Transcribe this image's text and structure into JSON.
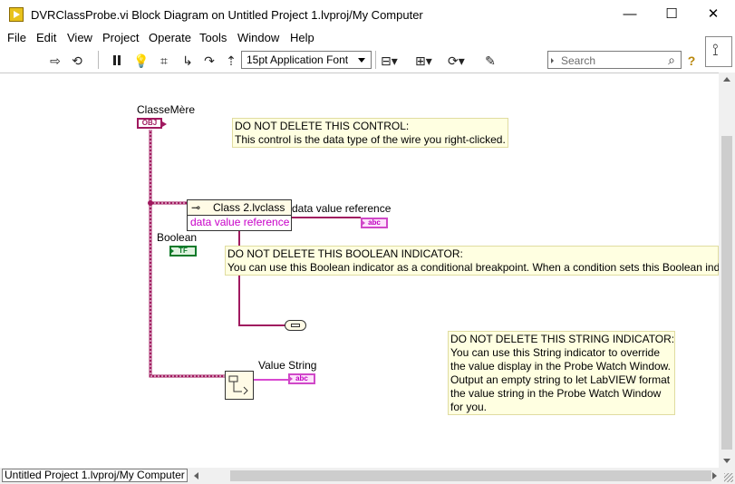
{
  "window": {
    "title": "DVRClassProbe.vi Block Diagram on Untitled Project 1.lvproj/My Computer",
    "buttons": {
      "minimize": "—",
      "maximize": "☐",
      "close": "✕"
    }
  },
  "menu": {
    "items": [
      "File",
      "Edit",
      "View",
      "Project",
      "Operate",
      "Tools",
      "Window",
      "Help"
    ]
  },
  "toolbar": {
    "font_select": "15pt Application Font",
    "search_placeholder": "Search",
    "help_glyph": "?",
    "icons": [
      "run-arrow-icon",
      "run-continuously-icon",
      "pause-icon",
      "highlight-execution-icon",
      "retain-wire-values-icon",
      "step-into-icon",
      "step-over-icon",
      "step-out-icon",
      "align-objects-icon",
      "distribute-objects-icon",
      "reorder-icon",
      "cleanup-diagram-icon",
      "search-icon",
      "help-icon"
    ]
  },
  "diagram": {
    "classe_mere_label": "ClasseMère",
    "classe_mere_terminal": "OBJ",
    "comment_control": "DO NOT DELETE THIS CONTROL:\nThis control is the data type of the wire you right-clicked.",
    "unbundle_header": "Class 2.lvclass",
    "unbundle_element": "data value reference",
    "dvr_label": "data value reference",
    "dvr_terminal": "abc",
    "boolean_label": "Boolean",
    "boolean_terminal": "TF",
    "comment_boolean": "DO NOT DELETE THIS BOOLEAN INDICATOR:\nYou can use this Boolean indicator as a conditional breakpoint. When a condition sets this Boolean indi",
    "comment_string": "DO NOT DELETE THIS STRING INDICATOR:\nYou can use this String indicator to override\nthe value display in the Probe Watch Window.\nOutput an empty string to let LabVIEW format\nthe value string in the Probe Watch Window\nfor you.",
    "value_string_label": "Value String",
    "value_string_terminal": "abc"
  },
  "status": {
    "project_path": "Untitled Project 1.lvproj/My Computer"
  },
  "colors": {
    "class_wire": "#a0195f",
    "string_wire": "#d848d0",
    "boolean_wire": "#0e7a2a",
    "comment_bg": "#ffffe1"
  }
}
